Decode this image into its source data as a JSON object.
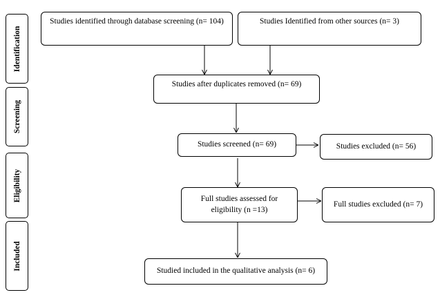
{
  "stages": {
    "identification": "Identification",
    "screening": "Screening",
    "eligibility": "Eligibility",
    "included": "Included"
  },
  "boxes": {
    "database": "Studies identified through database screening (n= 104)",
    "other_sources": "Studies Identified from other sources (n= 3)",
    "after_duplicates": "Studies after duplicates removed (n= 69)",
    "screened": "Studies screened (n= 69)",
    "excluded": "Studies excluded (n= 56)",
    "full_assessed": "Full studies assessed for eligibility (n =13)",
    "full_excluded": "Full studies excluded (n= 7)",
    "included": "Studied included in the qualitative analysis (n= 6)"
  }
}
